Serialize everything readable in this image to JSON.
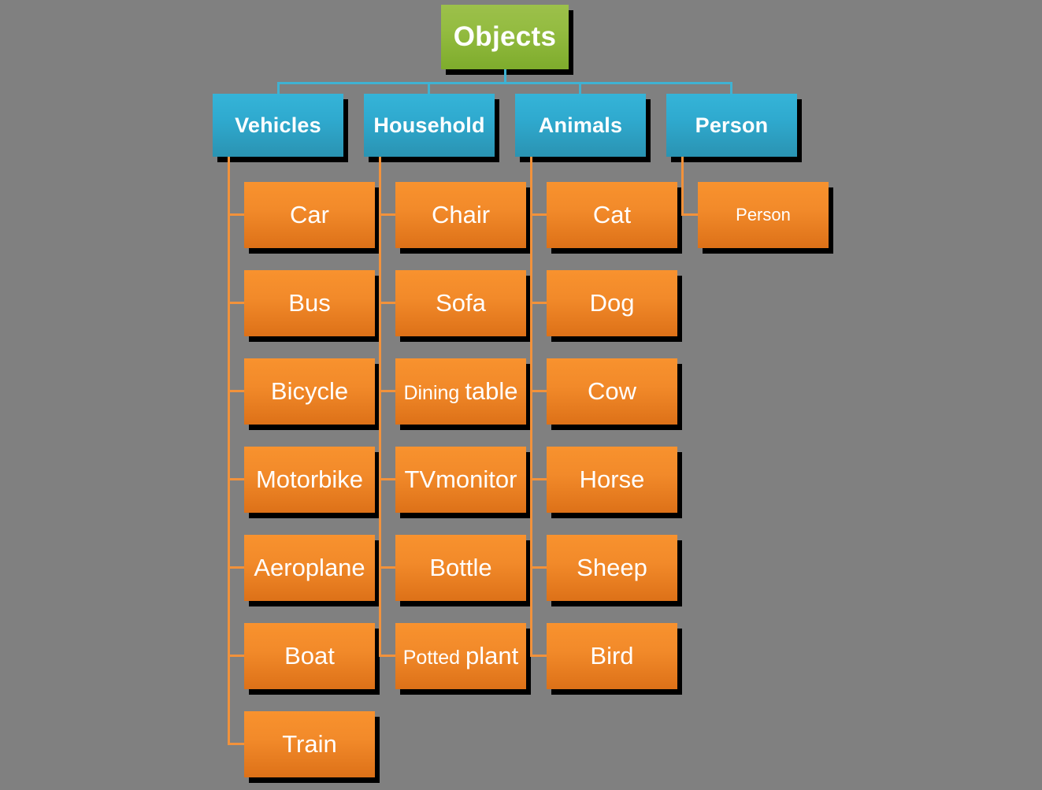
{
  "diagram": {
    "title": "Objects",
    "background_color": "#808080",
    "root": {
      "label": "Objects",
      "color": "#8FB83F"
    },
    "connector_colors": {
      "top_level": "#3FB2D2",
      "branch": "#F2923B"
    },
    "categories": [
      {
        "label": "Vehicles",
        "color": "#2FAACF",
        "items": [
          {
            "label": "Car"
          },
          {
            "label": "Bus"
          },
          {
            "label": "Bicycle"
          },
          {
            "label": "Motorbike"
          },
          {
            "label": "Aeroplane"
          },
          {
            "label": "Boat"
          },
          {
            "label": "Train"
          }
        ]
      },
      {
        "label": "Household",
        "color": "#2FAACF",
        "items": [
          {
            "label": "Chair"
          },
          {
            "label": "Sofa"
          },
          {
            "label": "Dining table",
            "lead": "Dining",
            "tail": "table"
          },
          {
            "label": "TVmonitor"
          },
          {
            "label": "Bottle"
          },
          {
            "label": "Potted plant",
            "lead": "Potted",
            "tail": "plant"
          }
        ]
      },
      {
        "label": "Animals",
        "color": "#2FAACF",
        "items": [
          {
            "label": "Cat"
          },
          {
            "label": "Dog"
          },
          {
            "label": "Cow"
          },
          {
            "label": "Horse"
          },
          {
            "label": "Sheep"
          },
          {
            "label": "Bird"
          }
        ]
      },
      {
        "label": "Person",
        "color": "#2FAACF",
        "items": [
          {
            "label": "Person",
            "small": true
          }
        ]
      }
    ]
  }
}
